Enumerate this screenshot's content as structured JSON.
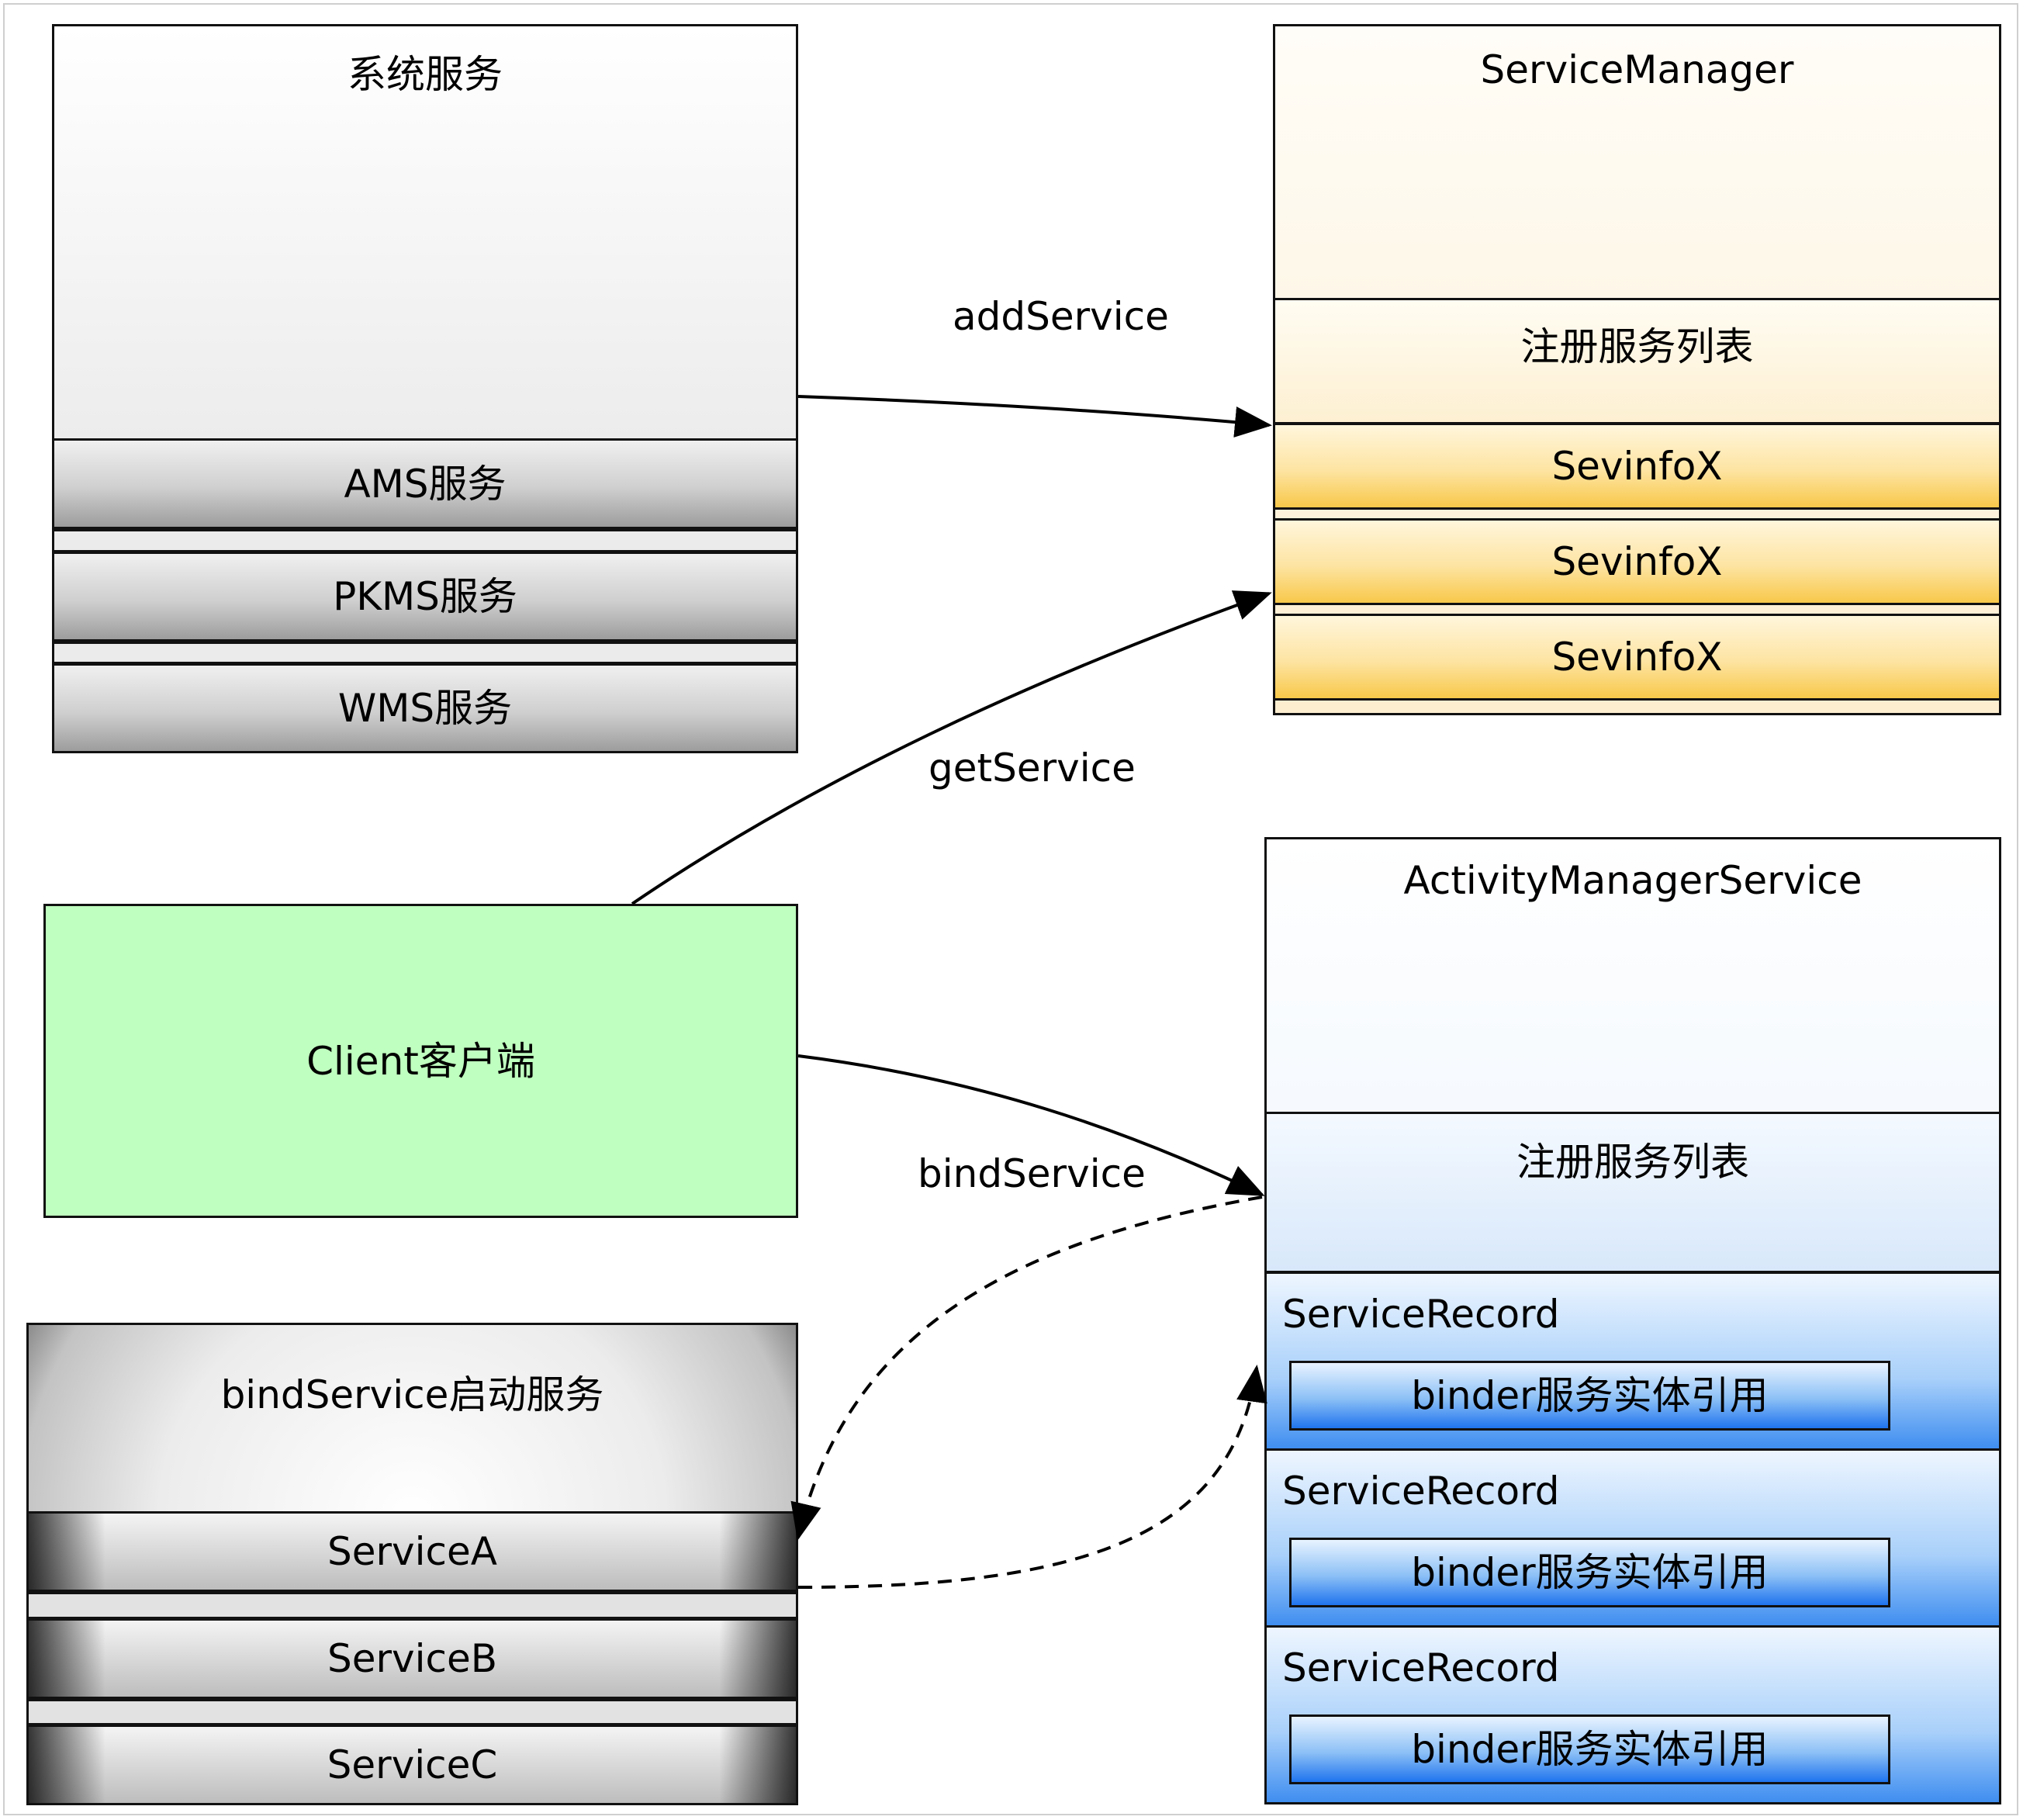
{
  "system_services": {
    "title": "系统服务",
    "items": [
      "AMS服务",
      "PKMS服务",
      "WMS服务"
    ]
  },
  "service_manager": {
    "title": "ServiceManager",
    "registry_label": "注册服务列表",
    "entries": [
      "SevinfoX",
      "SevinfoX",
      "SevinfoX"
    ]
  },
  "client": {
    "title": "Client客户端"
  },
  "bind_started_services": {
    "title": "bindService启动服务",
    "items": [
      "ServiceA",
      "ServiceB",
      "ServiceC"
    ]
  },
  "activity_manager_service": {
    "title": "ActivityManagerService",
    "registry_label": "注册服务列表",
    "records": [
      {
        "label": "ServiceRecord",
        "binder": "binder服务实体引用"
      },
      {
        "label": "ServiceRecord",
        "binder": "binder服务实体引用"
      },
      {
        "label": "ServiceRecord",
        "binder": "binder服务实体引用"
      }
    ]
  },
  "edges": {
    "add_service": "addService",
    "get_service": "getService",
    "bind_service": "bindService"
  }
}
